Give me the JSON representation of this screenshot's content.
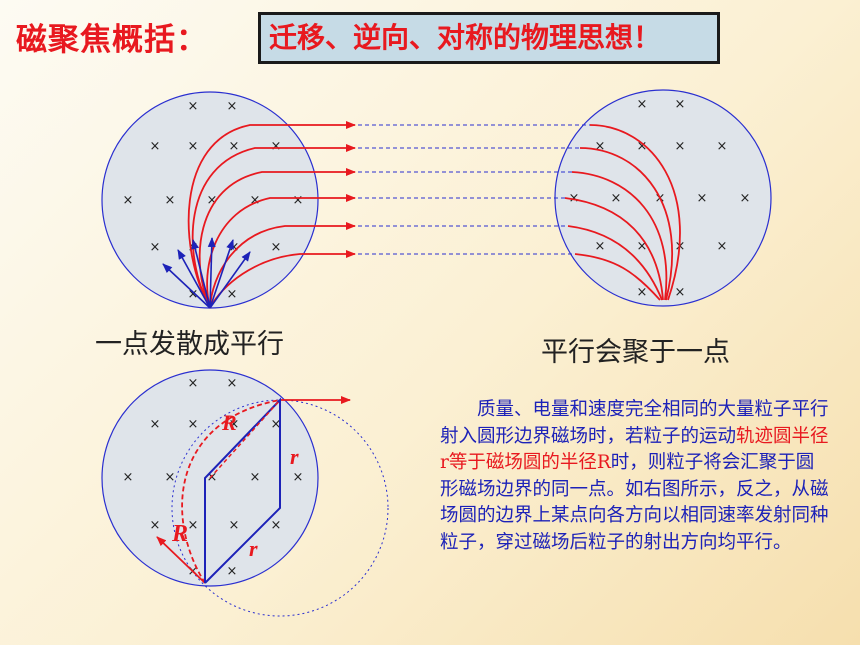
{
  "title": {
    "prefix": "磁聚焦概括：",
    "boxed": "迁移、逆向、对称的物理思想！"
  },
  "captions": {
    "left": "一点发散成平行",
    "right": "平行会聚于一点"
  },
  "paragraph": {
    "p1": "质量、电量和速度完全相同的大量粒子平行射入圆形边界磁场时，若粒子的运动",
    "h1": "轨迹圆半径r等于磁场圆的半径R",
    "p2": "时，则粒子将会汇聚于圆形磁场边界的同一点。如右图所示，反之，从磁场圆的边界上某点向各方向以相同速率发射同种粒子，穿过磁场后粒子的射出方向均平行。"
  },
  "diagram_labels": {
    "R_top": "R",
    "r_right": "r",
    "R_left": "R",
    "r_bottom": "r"
  },
  "colors": {
    "title_red": "#e8191f",
    "title_box": "#c6dbe6",
    "field_fill": "#dfe4ea",
    "field_border": "#2a2fd0",
    "trajectory": "#e8191f",
    "velocity": "#1d22b8",
    "text_blue": "#1d22b8"
  },
  "field_symbol": "×"
}
